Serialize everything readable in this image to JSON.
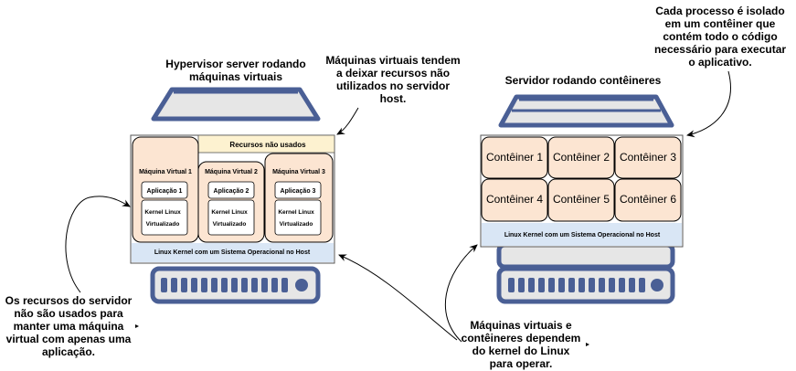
{
  "left": {
    "title": [
      "Hypervisor server rodando",
      "máquinas virtuais"
    ],
    "unused": "Recursos não usados",
    "vms": [
      {
        "name": "Máquina Virtual 1",
        "app": "Aplicação 1",
        "kernel": [
          "Kernel Linux",
          "Virtualizado"
        ]
      },
      {
        "name": "Máquina Virtual 2",
        "app": "Aplicação 2",
        "kernel": [
          "Kernel Linux",
          "Virtualizado"
        ]
      },
      {
        "name": "Máquina Virtual 3",
        "app": "Aplicação 3",
        "kernel": [
          "Kernel Linux",
          "Virtualizado"
        ]
      }
    ],
    "host_kernel": "Linux Kernel com um Sistema Operacional no Host"
  },
  "right": {
    "title": "Servidor rodando contêineres",
    "containers": [
      "Contêiner 1",
      "Contêiner 2",
      "Contêiner 3",
      "Contêiner 4",
      "Contêiner 5",
      "Contêiner 6"
    ],
    "host_kernel": "Linux Kernel com um Sistema Operacional no Host"
  },
  "notes": {
    "vm_unused": [
      "Máquinas virtuais tendem",
      "a deixar recursos não",
      "utilizados no servidor",
      "host."
    ],
    "container_isolation": [
      "Cada processo é isolado",
      "em um contêiner que",
      "contém todo o código",
      "necessário para executar",
      "o aplicativo."
    ],
    "server_resources": [
      "Os recursos do servidor",
      "não são usados para",
      "manter uma máquina",
      "virtual com apenas uma",
      "aplicação."
    ],
    "kernel_dependency": [
      "Máquinas virtuais e",
      "contêineres dependem",
      "do kernel do Linux",
      "para operar."
    ]
  },
  "colors": {
    "server": "#4a5f95",
    "server_fill": "#e6e6e6",
    "vm_fill": "#fce5d2",
    "unused_fill": "#fdf2d0",
    "kernel_fill": "#d9e6f5"
  }
}
